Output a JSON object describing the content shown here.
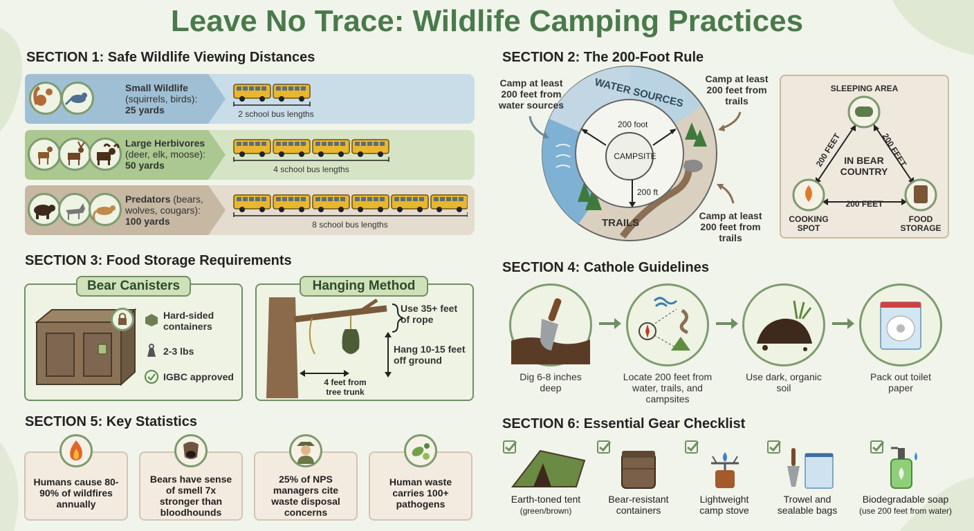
{
  "title": "Leave No Trace: Wildlife Camping Practices",
  "section1": {
    "heading": "SECTION 1: Safe Wildlife Viewing Distances",
    "rows": [
      {
        "name": "Small Wildlife",
        "desc": "(squirrels, birds):",
        "distance": "25 yards",
        "caption": "2 school bus lengths",
        "buses": 2
      },
      {
        "name": "Large Herbivores",
        "desc": "(deer, elk, moose):",
        "distance": "50 yards",
        "caption": "4 school bus lengths",
        "buses": 4
      },
      {
        "name": "Predators",
        "desc": "(bears, wolves, cougars):",
        "distance": "100 yards",
        "caption": "8 school bus lengths",
        "buses": 6
      }
    ]
  },
  "section2": {
    "heading": "SECTION 2: The 200-Foot Rule",
    "water_sources": "WATER SOURCES",
    "trails": "TRAILS",
    "campsite": "CAMPSITE",
    "foot200": "200 foot",
    "ft200": "200 ft",
    "note_water": "Camp at least 200 feet from water sources",
    "note_trails_top": "Camp at least 200 feet from trails",
    "note_trails_bottom": "Camp at least 200 feet from trails",
    "triangle": {
      "sleeping": "SLEEPING AREA",
      "center": "IN BEAR COUNTRY",
      "left_edge": "200 FEET",
      "right_edge": "200 FEET",
      "bottom_edge": "200 FEET",
      "cooking": "COOKING SPOT",
      "food": "FOOD STORAGE"
    }
  },
  "section3": {
    "heading": "SECTION 3: Food Storage Requirements",
    "canisters": {
      "title": "Bear Canisters",
      "items": [
        "Hard-sided containers",
        "2-3 lbs",
        "IGBC approved"
      ]
    },
    "hanging": {
      "title": "Hanging Method",
      "rope": "Use 35+ feet of rope",
      "height": "Hang 10-15 feet off ground",
      "trunk": "4 feet from tree trunk"
    }
  },
  "section4": {
    "heading": "SECTION 4: Cathole Guidelines",
    "steps": [
      "Dig 6-8 inches deep",
      "Locate 200 feet from water, trails, and campsites",
      "Use dark, organic soil",
      "Pack out toilet paper"
    ]
  },
  "section5": {
    "heading": "SECTION 5: Key Statistics",
    "stats": [
      {
        "text": "Humans cause 80-90% of wildfires annually",
        "icon": "fire-icon"
      },
      {
        "text": "Bears have sense of smell 7x stronger than bloodhounds",
        "icon": "bear-nose-icon"
      },
      {
        "text": "25% of NPS managers cite waste disposal concerns",
        "icon": "ranger-icon"
      },
      {
        "text": "Human waste carries 100+ pathogens",
        "icon": "pathogen-icon"
      }
    ]
  },
  "section6": {
    "heading": "SECTION 6: Essential Gear Checklist",
    "items": [
      {
        "label": "Earth-toned tent",
        "sub": "(green/brown)"
      },
      {
        "label": "Bear-resistant",
        "sub": "containers"
      },
      {
        "label": "Lightweight",
        "sub": "camp stove"
      },
      {
        "label": "Trowel and",
        "sub": "sealable bags"
      },
      {
        "label": "Biodegradable soap",
        "sub": "(use 200 feet from water)"
      }
    ]
  },
  "colors": {
    "accent": "#4a7a4c",
    "band_blue": "#c9dde8",
    "band_green": "#d6e4c6",
    "band_tan": "#e4dccf",
    "bus_yellow": "#e8b730"
  }
}
